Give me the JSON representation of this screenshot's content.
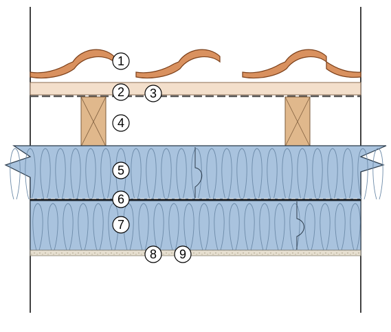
{
  "colors": {
    "tile": "#d9915f",
    "tile_stroke": "#7a3e18",
    "board": "#f3dfcb",
    "batten": "#e0b88c",
    "insulation": "#a9c3de",
    "insulation_line": "#6c8aa8",
    "membrane": "#111111",
    "plaster": "#e3dccd",
    "wall": "#000000"
  },
  "callouts": [
    {
      "id": "1",
      "label": "1"
    },
    {
      "id": "2",
      "label": "2"
    },
    {
      "id": "3",
      "label": "3"
    },
    {
      "id": "4",
      "label": "4"
    },
    {
      "id": "5",
      "label": "5"
    },
    {
      "id": "6",
      "label": "6"
    },
    {
      "id": "7",
      "label": "7"
    },
    {
      "id": "8",
      "label": "8"
    },
    {
      "id": "9",
      "label": "9"
    }
  ]
}
